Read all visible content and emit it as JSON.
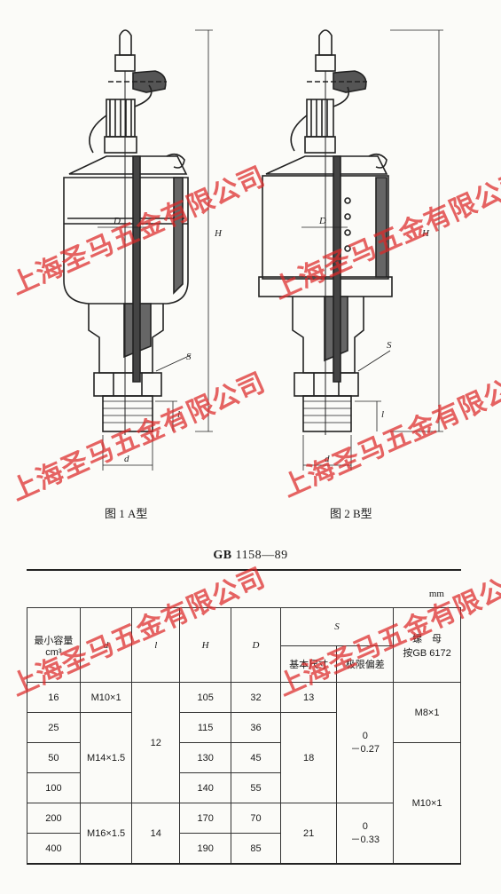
{
  "figures": {
    "fig1_caption": "图 1   A型",
    "fig2_caption": "图 2   B型",
    "dim_labels": {
      "H": "H",
      "D": "D",
      "S": "S",
      "l": "l",
      "d": "d"
    }
  },
  "standard": {
    "code": "GB",
    "number": "1158—89"
  },
  "table": {
    "unit": "mm",
    "headers": {
      "min_capacity": "最小容量",
      "min_capacity_unit": "cm³",
      "d": "d",
      "l": "l",
      "H": "H",
      "D": "D",
      "S": "S",
      "S_basic": "基本尺寸",
      "S_tolerance": "极限偏差",
      "nut_line1": "螺　母",
      "nut_line2": "按GB 6172"
    },
    "capacity": [
      "16",
      "25",
      "50",
      "100",
      "200",
      "400"
    ],
    "d": [
      "M10×1",
      "M14×1.5",
      "M16×1.5"
    ],
    "l": [
      "12",
      "14"
    ],
    "H": [
      "105",
      "115",
      "130",
      "140",
      "170",
      "190"
    ],
    "D": [
      "32",
      "36",
      "45",
      "55",
      "70",
      "85"
    ],
    "S_basic": [
      "13",
      "18",
      "21"
    ],
    "S_tol": [
      {
        "upper": "0",
        "lower": "－0.27"
      },
      {
        "upper": "0",
        "lower": "－0.33"
      }
    ],
    "nut": [
      "M8×1",
      "M10×1"
    ]
  },
  "watermark": "上海圣马五金有限公司",
  "colors": {
    "watermark": "#dc2828",
    "ink": "#1a1a1a"
  }
}
